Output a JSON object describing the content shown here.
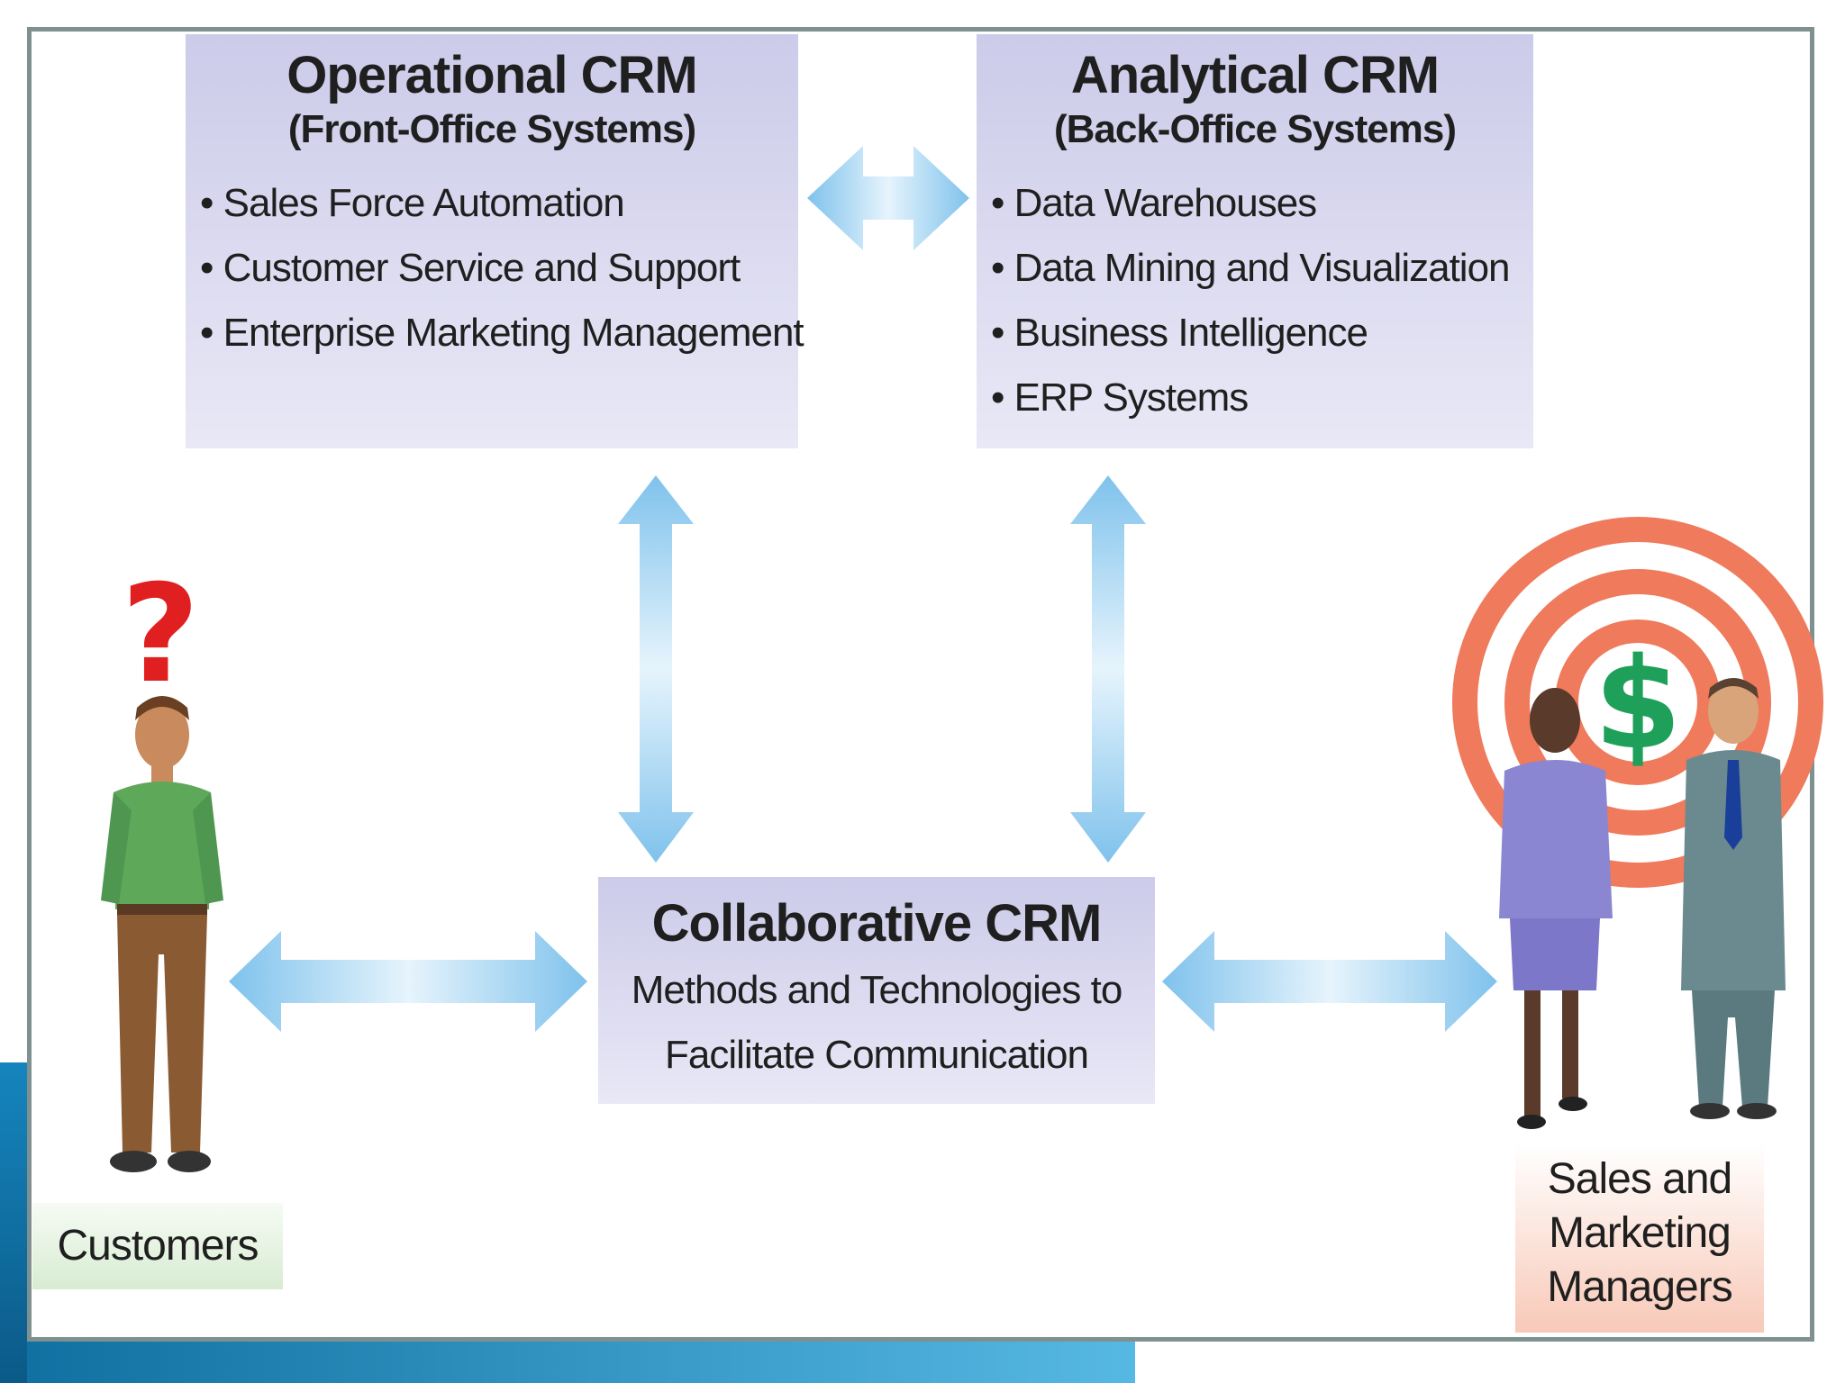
{
  "operational": {
    "title": "Operational CRM",
    "subtitle": "(Front-Office Systems)",
    "items": [
      "Sales Force Automation",
      "Customer Service and Support",
      "Enterprise Marketing Management"
    ]
  },
  "analytical": {
    "title": "Analytical CRM",
    "subtitle": "(Back-Office Systems)",
    "items": [
      "Data Warehouses",
      "Data Mining and Visualization",
      "Business Intelligence",
      "ERP Systems"
    ]
  },
  "collaborative": {
    "title": "Collaborative CRM",
    "line1": "Methods and Technologies to",
    "line2": "Facilitate Communication"
  },
  "customers_label": "Customers",
  "managers_label": [
    "Sales and",
    "Marketing",
    "Managers"
  ],
  "question_mark": "?",
  "dollar_sign": "$",
  "colors": {
    "box_fill": "#d6d5ef",
    "arrow": "#8fcaee",
    "target_ring": "#ef7a5c",
    "dollar": "#1fa05a",
    "question": "#e02020"
  }
}
